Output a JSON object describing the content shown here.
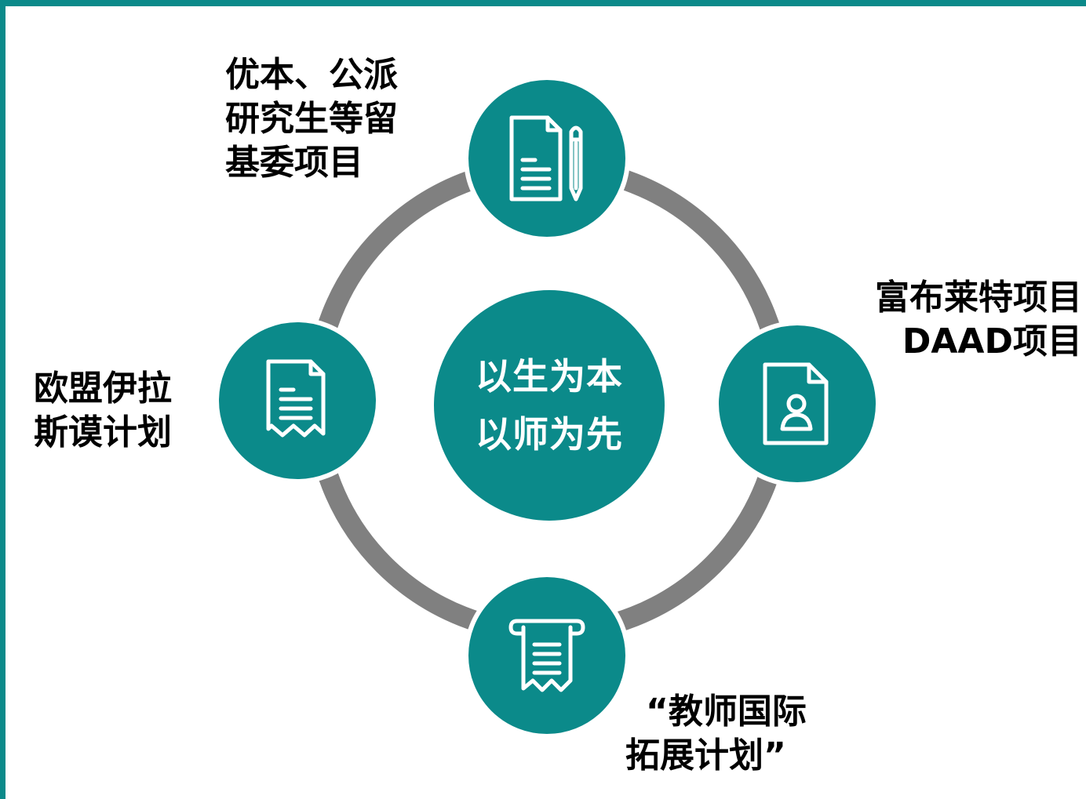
{
  "center": {
    "line1": "以生为本",
    "line2": "以师为先"
  },
  "nodes": [
    {
      "position": "top",
      "icon": "document-pencil-icon",
      "label_lines": [
        "优本、公派",
        "研究生等留",
        "基委项目"
      ]
    },
    {
      "position": "right",
      "icon": "profile-document-icon",
      "label_lines": [
        "富布莱特项目",
        "DAAD项目"
      ]
    },
    {
      "position": "bottom",
      "icon": "scroll-icon",
      "label_lines": [
        "“教师国际",
        "拓展计划”"
      ]
    },
    {
      "position": "left",
      "icon": "receipt-document-icon",
      "label_lines": [
        "欧盟伊拉",
        "斯谟计划"
      ]
    }
  ],
  "colors": {
    "accent": "#0b8a8a",
    "ring": "#808080",
    "text": "#000000",
    "icon_stroke": "#ffffff"
  }
}
